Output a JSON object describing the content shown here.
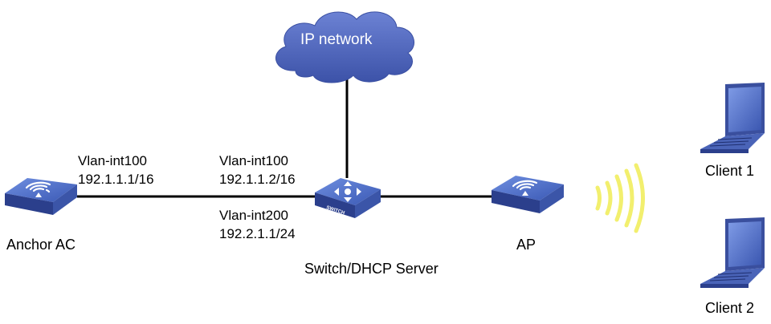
{
  "cloud": {
    "label": "IP network"
  },
  "anchor_ac": {
    "name": "Anchor AC",
    "interface": "Vlan-int100",
    "ip": "192.1.1.1/16"
  },
  "switch": {
    "name": "Switch/DHCP Server",
    "device_text": "SWITCH",
    "if1": "Vlan-int100",
    "ip1": "192.1.1.2/16",
    "if2": "Vlan-int200",
    "ip2": "192.2.1.1/24"
  },
  "ap": {
    "name": "AP"
  },
  "clients": [
    {
      "name": "Client 1"
    },
    {
      "name": "Client 2"
    }
  ],
  "colors": {
    "device_top": "#4a6bc0",
    "device_side": "#2b3f8c",
    "cloud": "#4d63b8",
    "wave": "#f2ef6e",
    "line": "#000000"
  }
}
